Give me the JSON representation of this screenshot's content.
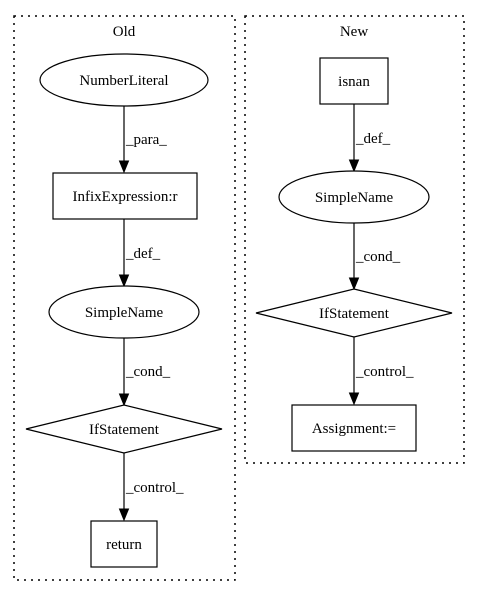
{
  "clusters": {
    "old": {
      "title": "Old"
    },
    "new": {
      "title": "New"
    }
  },
  "old_nodes": {
    "number_literal": "NumberLiteral",
    "infix_expression": "InfixExpression:r",
    "simple_name": "SimpleName",
    "if_statement": "IfStatement",
    "return": "return"
  },
  "old_edges": {
    "para": "_para_",
    "def": "_def_",
    "cond": "_cond_",
    "control": "_control_"
  },
  "new_nodes": {
    "isnan": "isnan",
    "simple_name": "SimpleName",
    "if_statement": "IfStatement",
    "assignment": "Assignment:="
  },
  "new_edges": {
    "def": "_def_",
    "cond": "_cond_",
    "control": "_control_"
  }
}
